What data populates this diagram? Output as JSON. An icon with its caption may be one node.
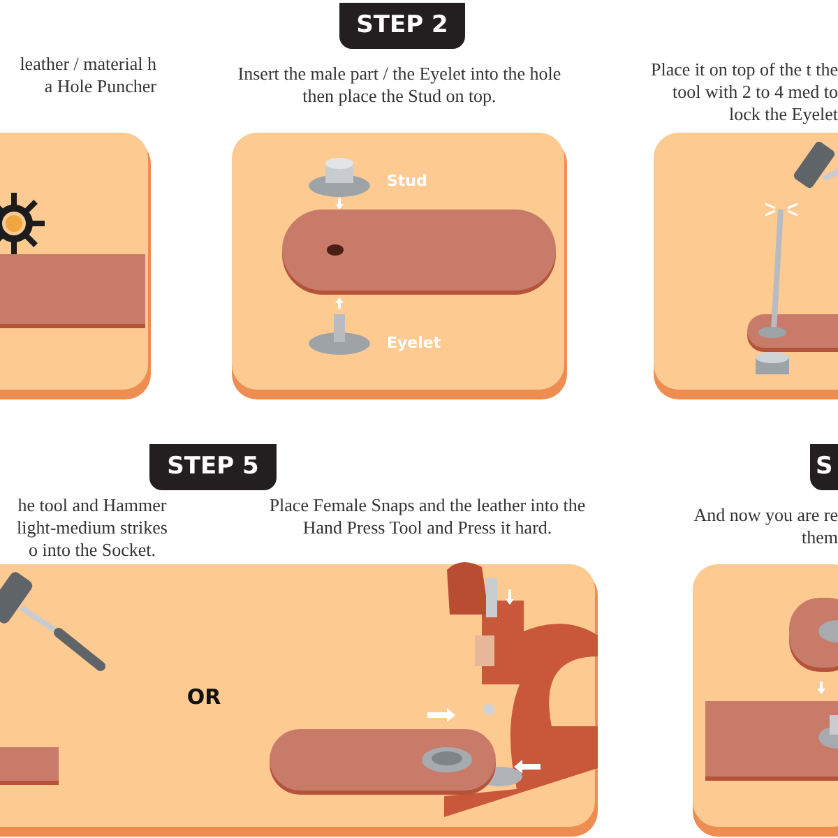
{
  "diagram": {
    "labels": [
      "STEP 2",
      "leather / material h a Hole Puncher",
      "Insert the male part / the Eyelet into the hole then place the Stud on top.",
      "Place it on top of the t the tool with 2 to 4 med to lock the Eyelet",
      "Stud",
      "Eyelet",
      "STEP 5",
      "S",
      "he tool and Hammer light-medium strikes o into the Socket.",
      "Place Female Snaps and the leather into the Hand Press Tool and Press it hard.",
      "And now you are re them",
      "OR"
    ]
  }
}
